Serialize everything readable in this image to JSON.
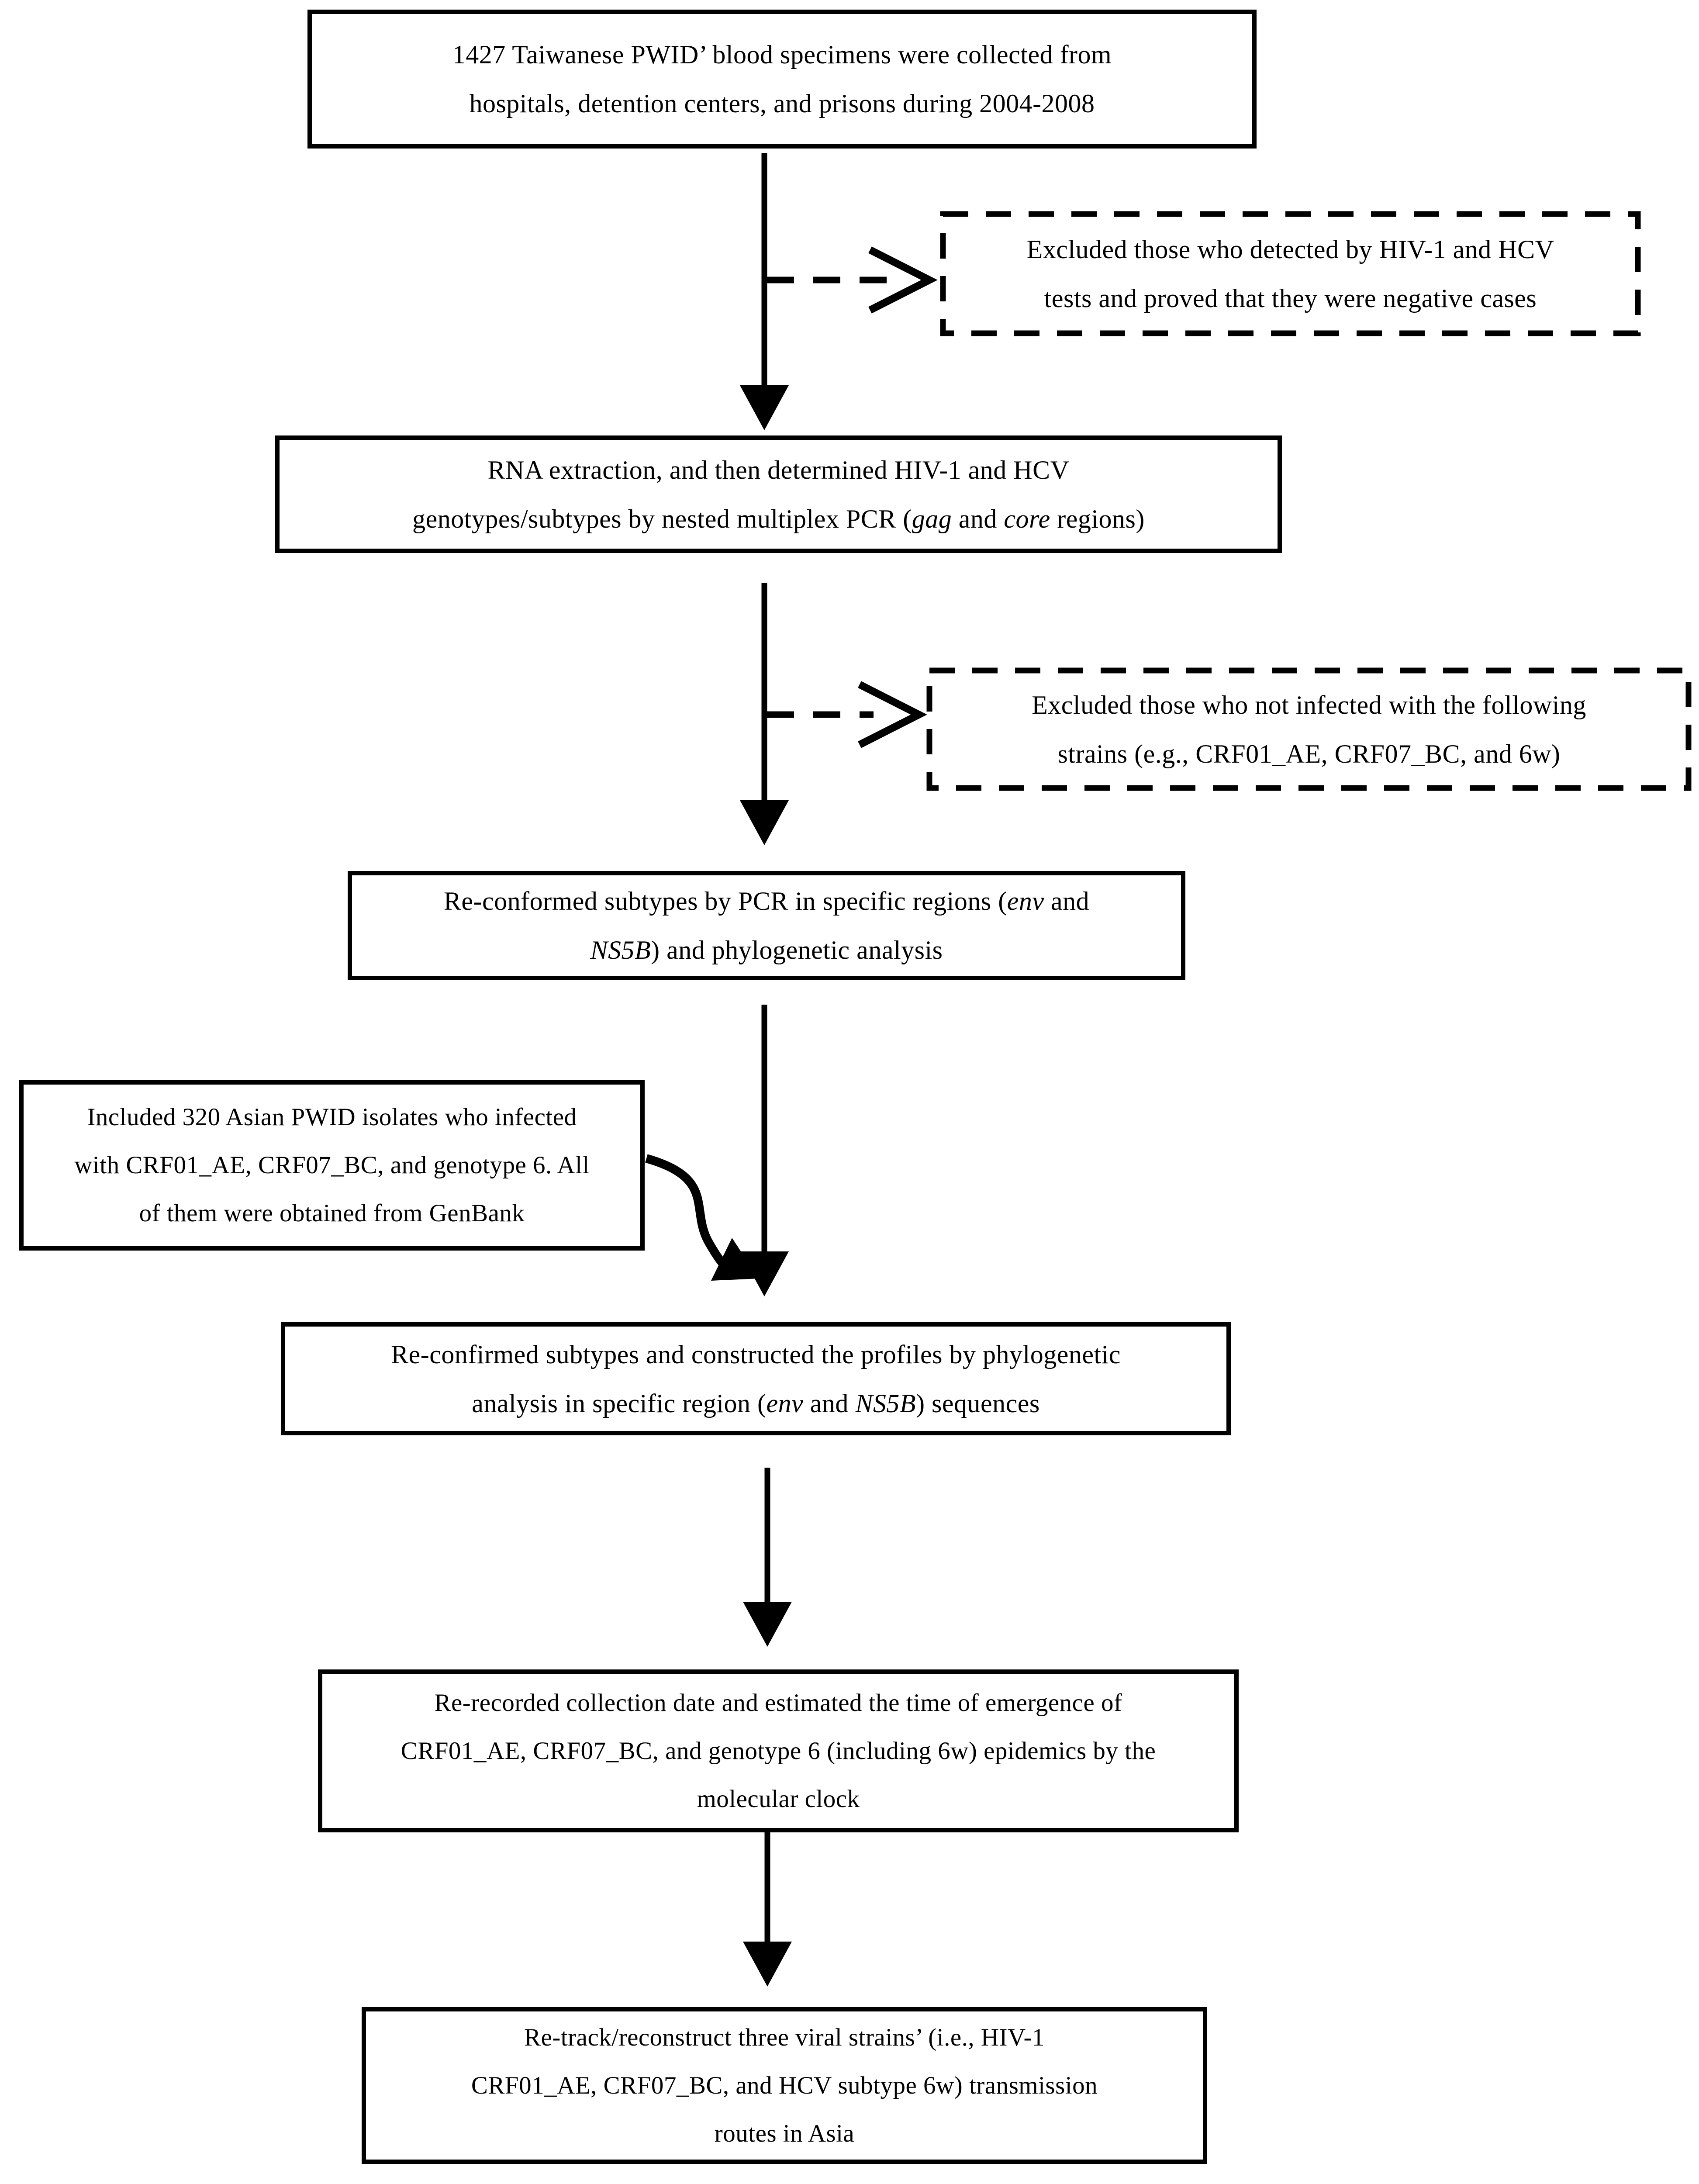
{
  "figure": {
    "type": "flowchart",
    "background_color": "#ffffff",
    "line_color": "#000000",
    "boxes": {
      "b1": {
        "role": "process",
        "border": "solid",
        "lines": [
          [
            {
              "text": "1427 Taiwanese PWID’ blood specimens were collected from"
            }
          ],
          [
            {
              "text": "hospitals, detention centers, and prisons during 2004-2008"
            }
          ]
        ]
      },
      "e1": {
        "role": "exclusion",
        "border": "dashed",
        "lines": [
          [
            {
              "text": "Excluded those who detected by HIV-1 and HCV"
            }
          ],
          [
            {
              "text": "tests and proved that they were negative cases"
            }
          ]
        ]
      },
      "b2": {
        "role": "process",
        "border": "solid",
        "lines": [
          [
            {
              "text": "RNA extraction, and then determined HIV-1 and HCV"
            }
          ],
          [
            {
              "text": "genotypes/subtypes by nested multiplex PCR ("
            },
            {
              "text": "gag",
              "italic": true
            },
            {
              "text": " and "
            },
            {
              "text": "core",
              "italic": true
            },
            {
              "text": " regions)"
            }
          ]
        ]
      },
      "e2": {
        "role": "exclusion",
        "border": "dashed",
        "lines": [
          [
            {
              "text": "Excluded those who not infected with the following"
            }
          ],
          [
            {
              "text": "strains (e.g., CRF01_AE, CRF07_BC, and 6w)"
            }
          ]
        ]
      },
      "b3": {
        "role": "process",
        "border": "solid",
        "lines": [
          [
            {
              "text": "Re-conformed subtypes by PCR in specific regions ("
            },
            {
              "text": "env",
              "italic": true
            },
            {
              "text": " and"
            }
          ],
          [
            {
              "text": "NS5B",
              "italic": true
            },
            {
              "text": ") and phylogenetic analysis"
            }
          ]
        ]
      },
      "inc": {
        "role": "inclusion",
        "border": "solid",
        "lines": [
          [
            {
              "text": "Included 320 Asian PWID isolates who infected"
            }
          ],
          [
            {
              "text": "with CRF01_AE, CRF07_BC, and genotype 6. All"
            }
          ],
          [
            {
              "text": "of them were obtained from GenBank"
            }
          ]
        ]
      },
      "b4": {
        "role": "process",
        "border": "solid",
        "lines": [
          [
            {
              "text": "Re-confirmed subtypes and constructed the profiles by phylogenetic"
            }
          ],
          [
            {
              "text": "analysis in specific region ("
            },
            {
              "text": "env",
              "italic": true
            },
            {
              "text": " and "
            },
            {
              "text": "NS5B",
              "italic": true
            },
            {
              "text": ") sequences"
            }
          ]
        ]
      },
      "b5": {
        "role": "process",
        "border": "solid",
        "lines": [
          [
            {
              "text": "Re-recorded collection date and estimated the time of emergence of"
            }
          ],
          [
            {
              "text": "CRF01_AE, CRF07_BC, and genotype 6 (including 6w) epidemics by the"
            }
          ],
          [
            {
              "text": "molecular clock"
            }
          ]
        ]
      },
      "b6": {
        "role": "process",
        "border": "solid",
        "lines": [
          [
            {
              "text": "Re-track/reconstruct three viral strains’ (i.e., HIV-1"
            }
          ],
          [
            {
              "text": "CRF01_AE, CRF07_BC, and HCV subtype 6w) transmission"
            }
          ],
          [
            {
              "text": "routes in Asia"
            }
          ]
        ]
      }
    }
  }
}
